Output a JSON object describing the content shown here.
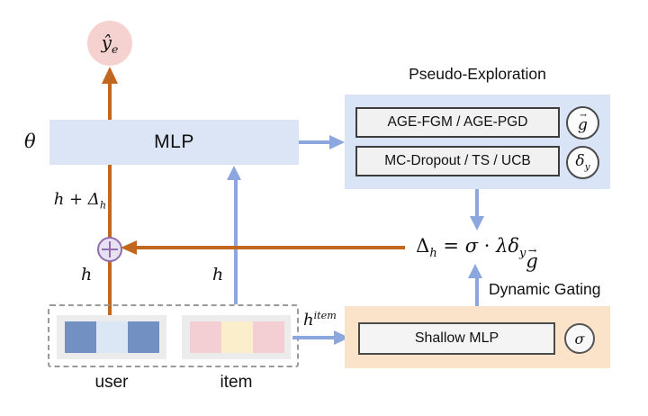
{
  "colors": {
    "arrow_orange": "#c2671f",
    "arrow_blue": "#8ba7dd",
    "mlp_fill": "#dbe5f5",
    "pseudo_exploration_fill": "#d9e4f6",
    "gating_fill": "#fae3c8",
    "output_node_fill": "#f5d2cf",
    "oplus_fill": "#e8e0f3",
    "oplus_border": "#8f6fae",
    "method_box_fill": "#f1f1f1",
    "embedding_container_fill": "#ececec",
    "user_bar_dark": "#7390c3",
    "user_bar_light": "#dce7f5",
    "item_bar_pink": "#f3ced2",
    "item_bar_yellow": "#faeecb"
  },
  "nodes": {
    "output": {
      "base": "ŷ",
      "sub": "e"
    },
    "theta": "θ",
    "mlp": "MLP"
  },
  "edge_labels": {
    "h_plus_delta_main": "h + Δ",
    "h_plus_delta_sub": "h",
    "h_user": "h",
    "h_item_vertical": "h",
    "h_item_base": "h",
    "h_item_sup": "item"
  },
  "pseudo_exploration": {
    "title": "Pseudo-Exploration",
    "row1": "AGE-FGM / AGE-PGD",
    "row2": "MC-Dropout / TS / UCB",
    "g_base": "g",
    "g_arrow": "→",
    "delta_base": "δ",
    "delta_sub": "y"
  },
  "equation": {
    "delta": "Δ",
    "delta_sub": "h",
    "equals": " = ",
    "sigma": "σ",
    "cdot": " · ",
    "lambda_delta": "λδ",
    "y_sub": "y",
    "g_base": "g",
    "g_arrow": "→"
  },
  "gating": {
    "title": "Dynamic Gating",
    "box": "Shallow MLP",
    "sigma": "σ"
  },
  "embeddings": {
    "user_label": "user",
    "item_label": "item"
  }
}
